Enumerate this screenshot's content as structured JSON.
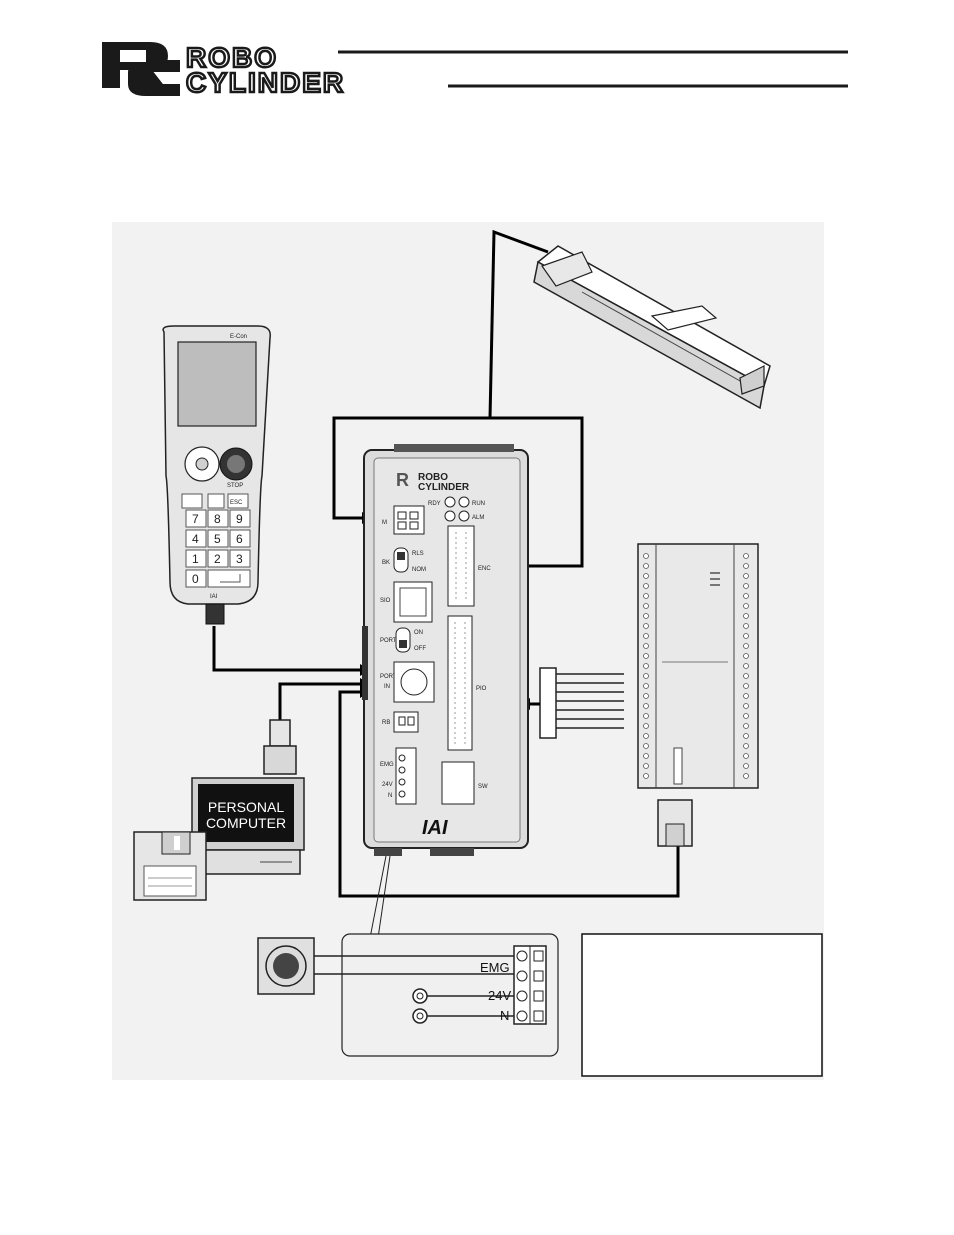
{
  "header": {
    "brand_line1": "ROBO",
    "brand_line2": "CYLINDER"
  },
  "teaching_pendant": {
    "screen_brand": "E-Con",
    "keys": [
      "7",
      "8",
      "9",
      "4",
      "5",
      "6",
      "1",
      "2",
      "3",
      "0"
    ],
    "key_esc": "ESC",
    "key_stop": "STOP",
    "footer": "IAI"
  },
  "controller": {
    "brand_line1": "ROBO",
    "brand_line2": "CYLINDER",
    "leds": [
      "RDY",
      "RUN",
      "ALM"
    ],
    "port_m": "M",
    "switch_bk": "BK",
    "switch_bk_pos1": "RLS",
    "switch_bk_pos2": "NOM",
    "port_enc": "ENC",
    "port_sio": "SIO",
    "switch_port": "PORT",
    "switch_port_on": "ON",
    "switch_port_off": "OFF",
    "port_in_line1": "PORT",
    "port_in_line2": "IN",
    "port_pio": "PIO",
    "port_rb": "RB",
    "terminal_labels": [
      "EMG",
      "24V",
      "N"
    ],
    "port_sw": "SW",
    "maker": "IAI"
  },
  "pc": {
    "label_line1": "PERSONAL",
    "label_line2": "COMPUTER"
  },
  "emg_detail": {
    "labels": [
      "EMG",
      "24V",
      "N"
    ]
  }
}
